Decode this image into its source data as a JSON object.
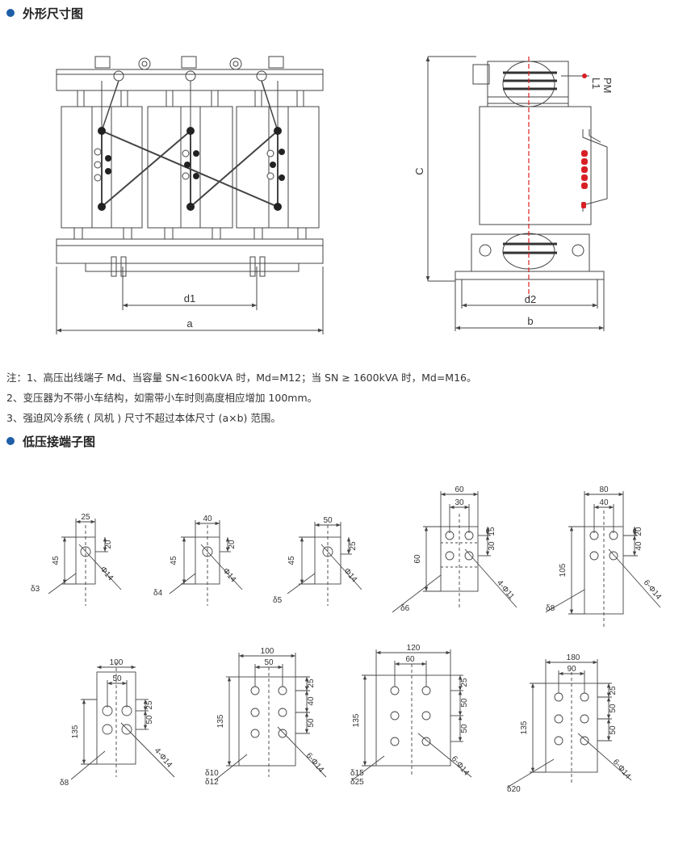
{
  "section_outline_title": "外形尺寸图",
  "section_terminal_title": "低压接端子图",
  "notes": [
    "注：1、高压出线端子 Md、当容量 SN<1600kVA 时，Md=M12；当 SN ≥ 1600kVA 时，Md=M16。",
    "2、变压器为不带小车结构，如需带小车时则高度相应增加 100mm。",
    "3、强迫风冷系统 ( 风机 ) 尺寸不超过本体尺寸 (a×b) 范围。"
  ],
  "front_view": {
    "dim_d1": "d1",
    "dim_a": "a"
  },
  "side_view": {
    "dim_c": "C",
    "dim_d2": "d2",
    "dim_b": "b",
    "label_pm": "PM",
    "label_l1": "L1"
  },
  "terminals": [
    {
      "id": "t1",
      "dims": [
        "25",
        "20",
        "45"
      ],
      "hole": "Φ14",
      "thickness": "δ3"
    },
    {
      "id": "t2",
      "dims": [
        "40",
        "20",
        "45"
      ],
      "hole": "Φ14",
      "thickness": "δ4"
    },
    {
      "id": "t3",
      "dims": [
        "50",
        "25",
        "45"
      ],
      "hole": "Φ14",
      "thickness": "δ5"
    },
    {
      "id": "t4",
      "dims": [
        "60",
        "30",
        "15",
        "30",
        "60"
      ],
      "hole": "4-Φ11",
      "thickness": "δ6"
    },
    {
      "id": "t5",
      "dims": [
        "80",
        "40",
        "20",
        "40",
        "105"
      ],
      "hole": "6-Φ14",
      "thickness": "δ8"
    },
    {
      "id": "t6",
      "dims": [
        "100",
        "50",
        "25",
        "50",
        "135"
      ],
      "hole": "4-Φ14",
      "thickness": "δ8"
    },
    {
      "id": "t7",
      "dims": [
        "100",
        "50",
        "25",
        "40",
        "50",
        "135"
      ],
      "hole": "6-Φ14",
      "thickness": [
        "δ10",
        "δ12"
      ]
    },
    {
      "id": "t8",
      "dims": [
        "120",
        "60",
        "25",
        "50",
        "50",
        "135"
      ],
      "hole": "6-Φ14",
      "thickness": [
        "δ15",
        "δ25"
      ]
    },
    {
      "id": "t9",
      "dims": [
        "180",
        "90",
        "25",
        "50",
        "50",
        "135"
      ],
      "hole": "6-Φ14",
      "thickness": "δ20"
    }
  ],
  "colors": {
    "accent_bullet": "#1f5fa8",
    "line": "#444444",
    "terminal_red": "#d81f26",
    "centerline_red": "#e02020"
  }
}
